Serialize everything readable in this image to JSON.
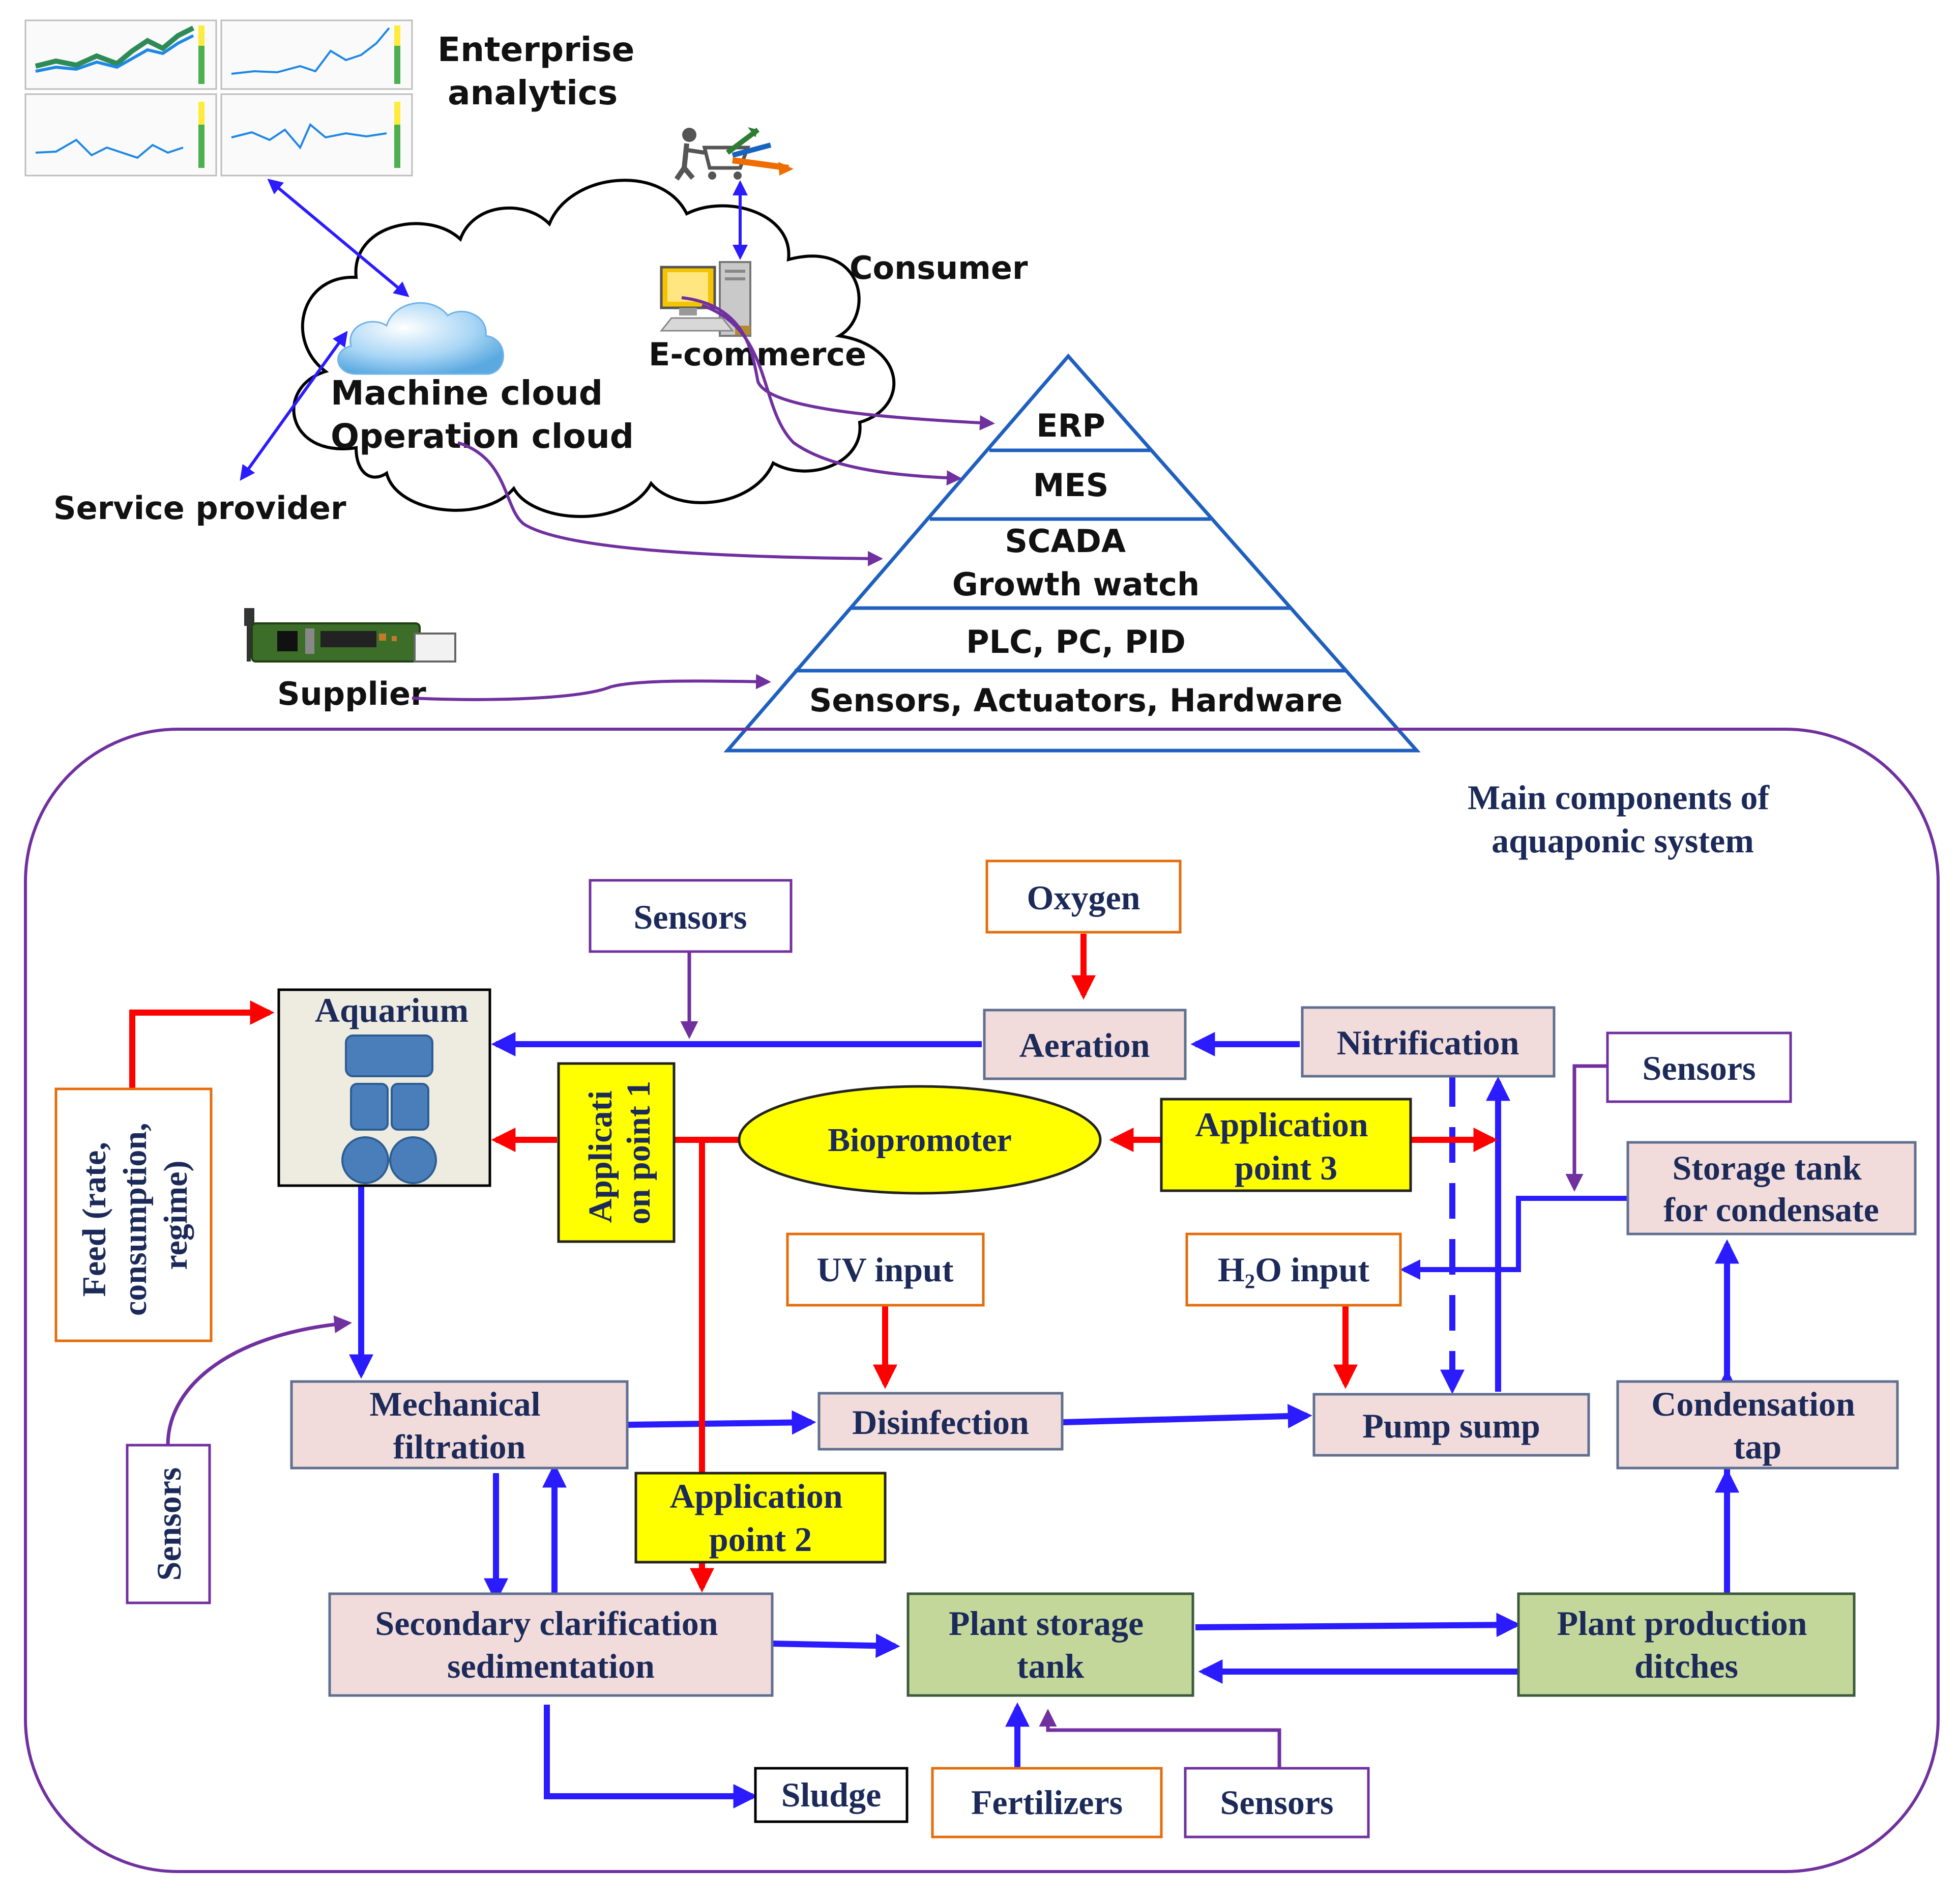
{
  "top": {
    "enterprise_analytics": [
      "Enterprise",
      "analytics"
    ],
    "consumer": "Consumer",
    "ecommerce": "E-commerce",
    "machine_cloud": "Machine cloud",
    "operation_cloud": "Operation cloud",
    "service_provider": "Service provider",
    "supplier": "Supplier"
  },
  "pyramid": {
    "levels": [
      "ERP",
      "MES",
      "SCADA",
      "Growth watch",
      "PLC, PC, PID",
      "Sensors, Actuators, Hardware"
    ]
  },
  "system": {
    "title": [
      "Main components of",
      "aquaponic system"
    ],
    "aquarium": "Aquarium",
    "sensors_top": "Sensors",
    "oxygen": "Oxygen",
    "aeration": "Aeration",
    "nitrification": "Nitrification",
    "sensors_right": "Sensors",
    "storage_tank": [
      "Storage tank",
      "for condensate"
    ],
    "feed": [
      "Feed (rate,",
      "consumption,",
      "regime)"
    ],
    "application_point_1": [
      "Applicati",
      "on point 1"
    ],
    "biopromoter": "Biopromoter",
    "application_point_3": [
      "Application",
      "point 3"
    ],
    "uv_input": "UV input",
    "h2o_input": "H₂O input",
    "mechanical_filtration": [
      "Mechanical",
      "filtration"
    ],
    "disinfection": "Disinfection",
    "pump_sump": "Pump sump",
    "condensation_tap": [
      "Condensation",
      "tap"
    ],
    "sensors_left": "Sensors",
    "application_point_2": [
      "Application",
      "point 2"
    ],
    "secondary_clarification": [
      "Secondary clarification",
      "sedimentation"
    ],
    "plant_storage_tank": [
      "Plant storage",
      "tank"
    ],
    "plant_production_ditches": [
      "Plant production",
      "ditches"
    ],
    "sludge": "Sludge",
    "fertilizers": "Fertilizers",
    "sensors_bottom": "Sensors"
  },
  "colors": {
    "flow_blue": "#2b1bff",
    "flow_red": "#ff0000",
    "link_purple": "#7030a0",
    "pyramid_blue": "#1f5fbf",
    "process_pink": "#f2dcdb",
    "plant_green": "#c4d79b",
    "application_yellow": "#ffff00",
    "input_orange": "#e46c0a"
  }
}
